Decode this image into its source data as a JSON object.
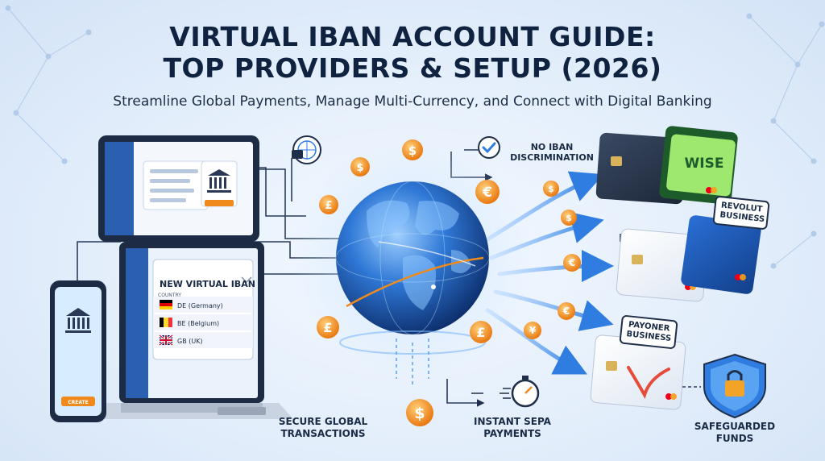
{
  "title_line1": "VIRTUAL IBAN ACCOUNT GUIDE:",
  "title_line2": "TOP PROVIDERS & SETUP (2026)",
  "subtitle": "Streamline Global Payments, Manage Multi-Currency, and Connect with Digital Banking",
  "laptop_form": {
    "heading": "NEW VIRTUAL IBAN",
    "country_label": "COUNTRY",
    "options": [
      "DE (Germany)",
      "BE (Belgium)",
      "GB (UK)"
    ]
  },
  "phone_button": "CREATE",
  "badges": {
    "no_iban_line1": "NO IBAN",
    "no_iban_line2": "DISCRIMINATION",
    "secure_line1": "SECURE GLOBAL",
    "secure_line2": "TRANSACTIONS",
    "sepa_line1": "INSTANT SEPA",
    "sepa_line2": "PAYMENTS",
    "safe_line1": "SAFEGUARDED",
    "safe_line2": "FUNDS"
  },
  "providers": {
    "wise": "WISE",
    "revolut_line1": "REVOLUT",
    "revolut_line2": "BUSINESS",
    "payoneer_line1": "PAYONER",
    "payoneer_line2": "BUSINESS"
  },
  "currency_symbols": [
    "$",
    "£",
    "€",
    "¥"
  ],
  "colors": {
    "navy": "#0f2340",
    "accent_blue": "#2f7de1",
    "coin_orange": "#f08a1c",
    "wise_green": "#9fe870"
  }
}
